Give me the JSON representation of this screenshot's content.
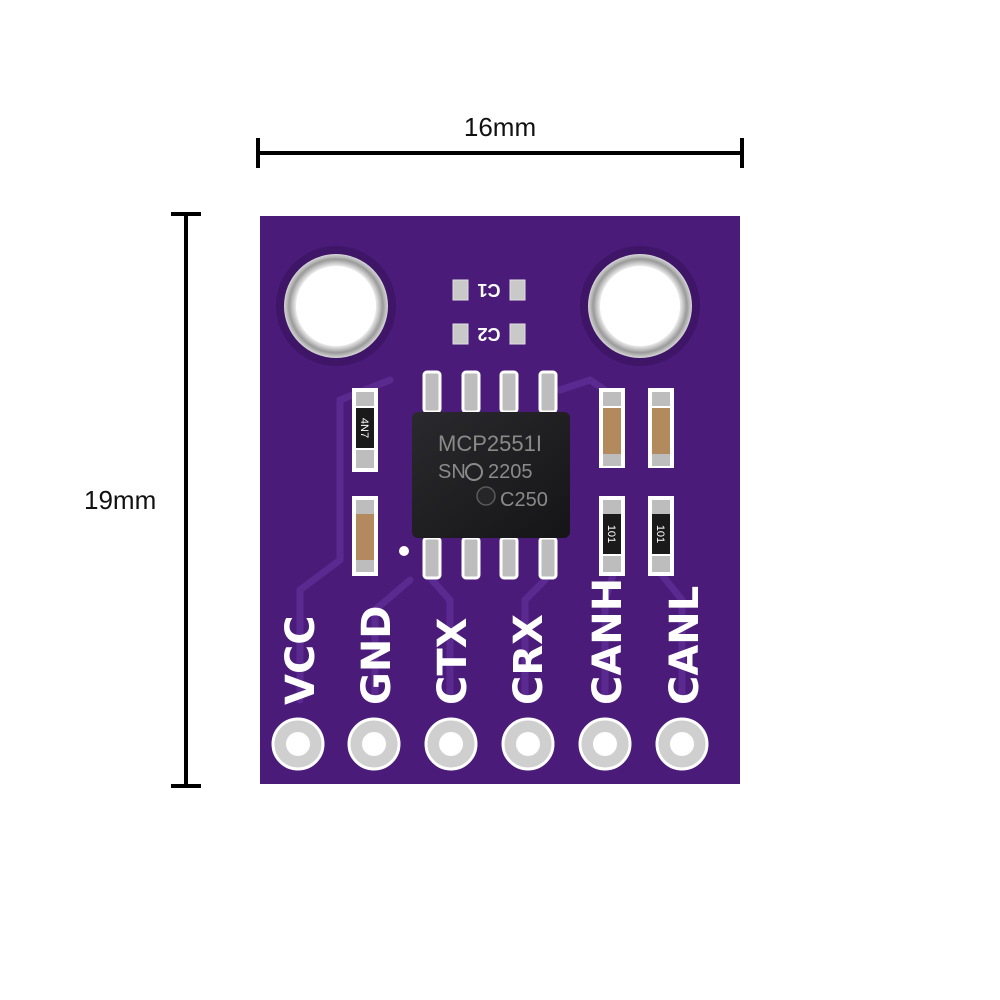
{
  "dimensions": {
    "width_label": "16mm",
    "height_label": "19mm"
  },
  "board": {
    "chip": {
      "line1": "MCP2551I",
      "line2": "SN",
      "line3": "2205",
      "line4": "C250"
    },
    "silkscreen": {
      "c1": "C1",
      "c2": "C2",
      "r_top_left": "4N7",
      "r_canh": "101",
      "r_canl": "101"
    },
    "pins": [
      "VCC",
      "GND",
      "CTX",
      "CRX",
      "CANH",
      "CANL"
    ]
  },
  "colors": {
    "board": "#4a1b78",
    "trace": "#5b2a90",
    "metal": "#c9c9c9",
    "chip": "#1c1c1f",
    "silk": "#ffffff",
    "cap_body": "#b38a5e"
  }
}
